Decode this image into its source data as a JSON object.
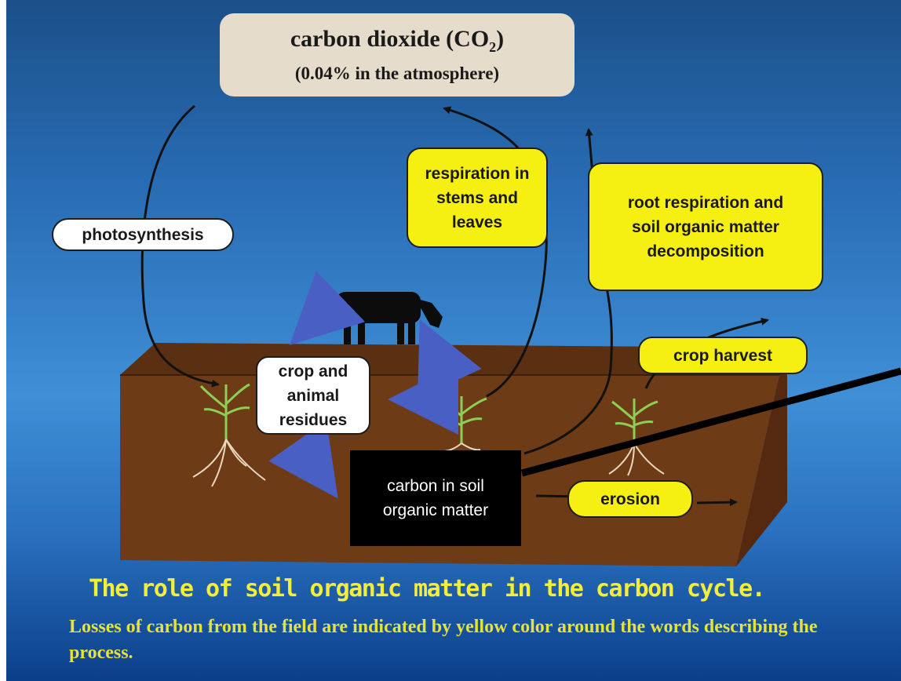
{
  "atmosphere": {
    "label": "carbon dioxide (CO",
    "label_sub": "2",
    "label_end": ")",
    "note": "(0.04% in the atmosphere)"
  },
  "processes": {
    "photosynthesis": "photosynthesis",
    "respiration_stems_leaves": "respiration in stems and leaves",
    "root_respiration": "root respiration and soil organic matter decomposition",
    "crop_harvest": "crop harvest",
    "erosion": "erosion"
  },
  "pools": {
    "residues": "crop and animal residues",
    "soil_carbon": "carbon in soil organic matter"
  },
  "caption": {
    "title": "The role of soil organic matter in the carbon cycle.",
    "text": "Losses of carbon from the field are indicated by yellow color around the words describing the process."
  },
  "colors": {
    "loss_box": "#f6ef12",
    "soil": "#6e3b17",
    "background": "#2a6fb8",
    "caption_title": "#f2ee3a",
    "caption_text": "#e5e23a",
    "flow_arrow": "#4a5fc4"
  }
}
